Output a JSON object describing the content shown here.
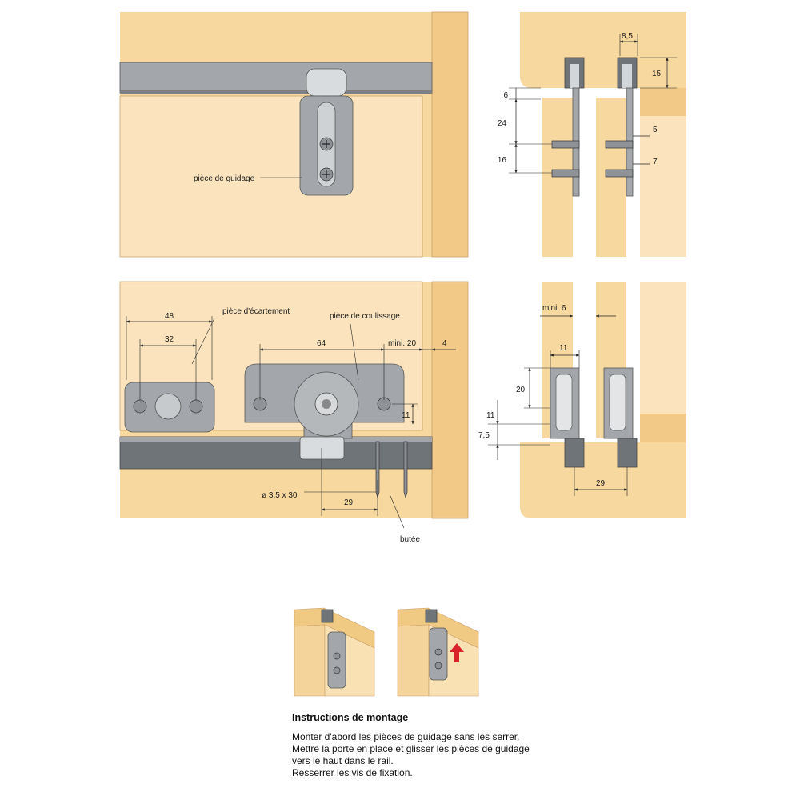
{
  "labels": {
    "guide_piece": "pièce de guidage",
    "spacer_piece": "pièce d'écartement",
    "sliding_piece": "pièce de coulissage",
    "stop": "butée",
    "screw": "ø 3,5 x 30"
  },
  "dimensions": {
    "d48": "48",
    "d32": "32",
    "d64": "64",
    "mini20": "mini. 20",
    "d4": "4",
    "d11_side": "11",
    "d29_bottom": "29",
    "d8_5": "8,5",
    "d15": "15",
    "d6": "6",
    "d24": "24",
    "d16": "16",
    "d5": "5",
    "d7": "7",
    "mini6": "mini. 6",
    "d11_top": "11",
    "d20": "20",
    "d11_left": "11",
    "d7_5": "7,5",
    "d29_right": "29"
  },
  "instructions": {
    "title": "Instructions de montage",
    "lines": [
      "Monter d'abord les pièces de guidage sans les serrer.",
      "Mettre la porte en place et glisser les pièces de guidage",
      "vers le haut dans le rail.",
      "Resserrer les vis de fixation."
    ]
  },
  "colors": {
    "wood": "#f7d9a0",
    "metal": "#a3a7ab",
    "arrow": "#d8232a"
  }
}
